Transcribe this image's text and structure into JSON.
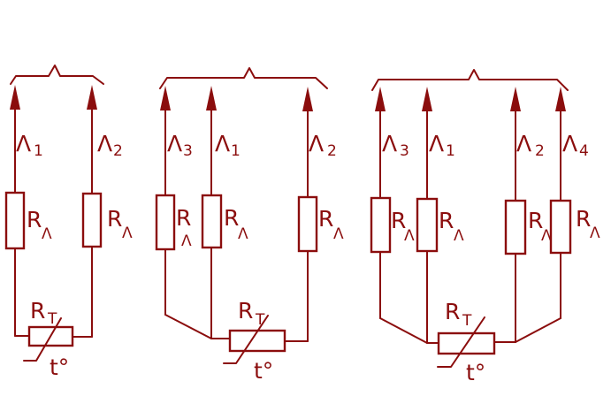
{
  "colors": {
    "ink": "#8b0d0d",
    "background": "#ffffff"
  },
  "circuits": [
    {
      "leads": [
        {
          "symbol": "Λ",
          "index": "1",
          "resistor": "R",
          "resistor_sub": "Λ"
        },
        {
          "symbol": "Λ",
          "index": "2",
          "resistor": "R",
          "resistor_sub": "Λ"
        }
      ],
      "thermistor": {
        "symbol": "R",
        "sub": "T",
        "temperature": "t°"
      }
    },
    {
      "leads": [
        {
          "symbol": "Λ",
          "index": "3",
          "resistor": "R",
          "resistor_sub": "Λ"
        },
        {
          "symbol": "Λ",
          "index": "1",
          "resistor": "R",
          "resistor_sub": "Λ"
        },
        {
          "symbol": "Λ",
          "index": "2",
          "resistor": "R",
          "resistor_sub": "Λ"
        }
      ],
      "thermistor": {
        "symbol": "R",
        "sub": "T",
        "temperature": "t°"
      }
    },
    {
      "leads": [
        {
          "symbol": "Λ",
          "index": "3",
          "resistor": "R",
          "resistor_sub": "Λ"
        },
        {
          "symbol": "Λ",
          "index": "1",
          "resistor": "R",
          "resistor_sub": "Λ"
        },
        {
          "symbol": "Λ",
          "index": "2",
          "resistor": "R",
          "resistor_sub": "Λ"
        },
        {
          "symbol": "Λ",
          "index": "4",
          "resistor": "R",
          "resistor_sub": "Λ"
        }
      ],
      "thermistor": {
        "symbol": "R",
        "sub": "T",
        "temperature": "t°"
      }
    }
  ]
}
